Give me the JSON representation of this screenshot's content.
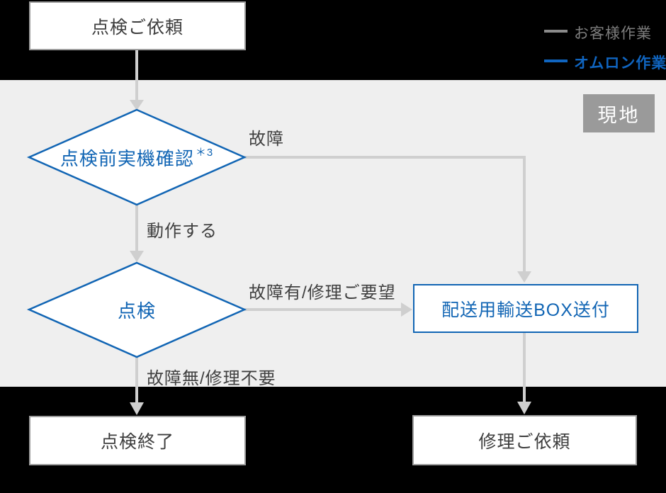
{
  "diagram": {
    "nodes": {
      "request": {
        "label": "点検ご依頼"
      },
      "precheck": {
        "label": "点検前実機確認",
        "note": "＊3"
      },
      "inspection": {
        "label": "点検"
      },
      "shipping_box": {
        "label": "配送用輸送BOX送付"
      },
      "inspection_end": {
        "label": "点検終了"
      },
      "repair_request": {
        "label": "修理ご依頼"
      }
    },
    "edge_labels": {
      "failure": "故障",
      "works": "動作する",
      "has_failure": "故障有/修理ご要望",
      "no_failure": "故障無/修理不要"
    },
    "legend": {
      "customer": "お客様作業",
      "omron": "オムロン作業"
    },
    "location_badge": "現地",
    "colors": {
      "omron_blue": "#1165b4",
      "customer_gray": "#8a8a8a",
      "connector_gray": "#cfcfcf",
      "band_gray": "#efefef",
      "background_black": "#000000",
      "badge_gray": "#9a9a9a"
    }
  }
}
